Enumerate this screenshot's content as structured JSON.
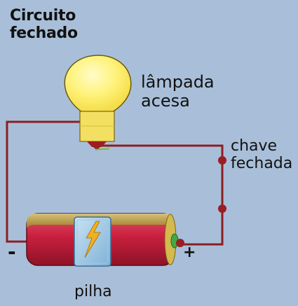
{
  "title": {
    "line1": "Circuito",
    "line2": "fechado"
  },
  "lamp": {
    "line1": "lâmpada",
    "line2": "acesa"
  },
  "switch": {
    "line1": "chave",
    "line2": "fechada"
  },
  "battery": {
    "label": "pilha",
    "negative": "-",
    "positive": "+"
  },
  "colors": {
    "background": "#a9bfd9",
    "wire": "#8a1f22",
    "bulb": "#fff06a",
    "battery_body": "#c11f3a",
    "battery_band": "#b99a3c"
  }
}
